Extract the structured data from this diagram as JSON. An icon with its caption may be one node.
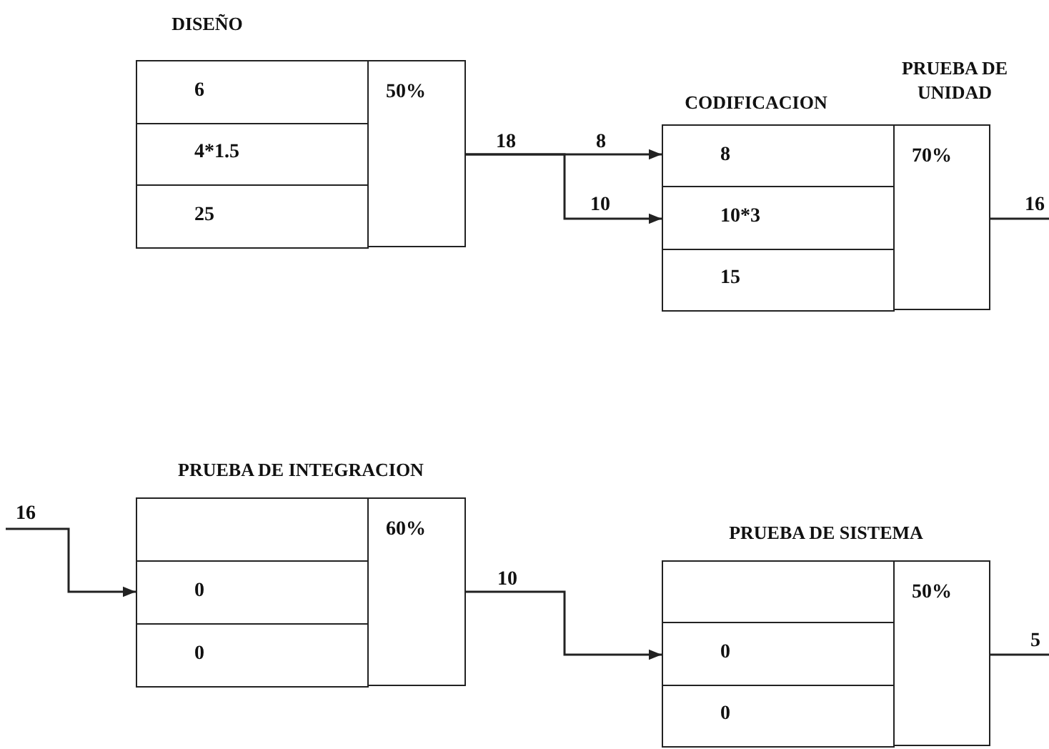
{
  "diagram": {
    "nodes": [
      {
        "text": [
          "DISEÑO"
        ]
      },
      {
        "text": [
          "6"
        ],
        "in": 0
      },
      {
        "text": [
          "4*1.5"
        ],
        "in": 0
      },
      {
        "text": [
          "25"
        ],
        "in": 0
      },
      {
        "text": [
          "50%"
        ],
        "in": 0
      },
      {
        "text": [
          "CODIFICACION",
          "PRUEBA DE UNIDAD"
        ]
      },
      {
        "text": [
          "8"
        ],
        "in": 5
      },
      {
        "text": [
          "10*3"
        ],
        "in": 5
      },
      {
        "text": [
          "15"
        ],
        "in": 5
      },
      {
        "text": [
          "70%"
        ],
        "in": 5
      },
      {
        "text": [
          "PRUEBA DE INTEGRACION"
        ]
      },
      {
        "text": [],
        "shape": "box",
        "in": 10
      },
      {
        "text": [
          "0"
        ],
        "in": 10
      },
      {
        "text": [
          "0"
        ],
        "in": 10
      },
      {
        "text": [
          "60%"
        ],
        "in": 10
      },
      {
        "text": [
          "PRUEBA DE SISTEMA"
        ]
      },
      {
        "text": [],
        "shape": "box",
        "in": 15
      },
      {
        "text": [
          "0"
        ],
        "in": 15
      },
      {
        "text": [
          "0"
        ],
        "in": 15
      },
      {
        "text": [
          "50%"
        ],
        "in": 15
      }
    ],
    "edges": [
      {
        "from": 4,
        "to": 6,
        "arrow": "to",
        "label": "8"
      },
      {
        "from": 4,
        "to": 7,
        "arrow": "to",
        "label": "10"
      },
      {
        "from": 9,
        "to": null,
        "arrow": "none",
        "label": "16"
      },
      {
        "from": null,
        "to": 12,
        "arrow": "to",
        "label": "16"
      },
      {
        "from": 14,
        "to": 17,
        "arrow": "to",
        "label": "10"
      },
      {
        "from": 19,
        "to": null,
        "arrow": "none",
        "label": "5"
      }
    ],
    "labels": [
      "18"
    ]
  }
}
